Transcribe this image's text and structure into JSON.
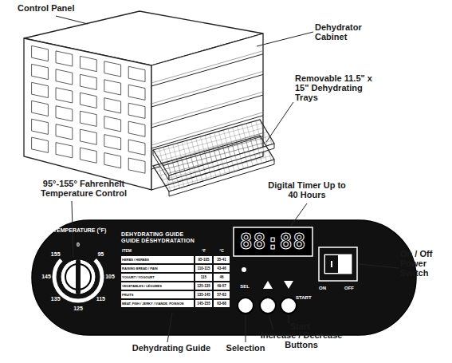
{
  "diagram": {
    "nodes": [
      {
        "text": [
          "88:88"
        ]
      }
    ],
    "labels": [
      "Control Panel",
      "Dehydrator Cabinet",
      "Removable 11.5\" x 15\" Dehydrating Trays",
      "95°-155° Fahrenheit Temperature Control",
      "Digital Timer Up to 40 Hours",
      "TEMPERATURE (°F)",
      "0",
      "95",
      "105",
      "115",
      "125",
      "135",
      "145",
      "155",
      "DEHYDRATING GUIDE",
      "GUIDE DÉSHYDRATATION",
      "ITEM",
      "°F",
      "°C",
      "HERBS / HERBES",
      "95-105",
      "35-41",
      "RAISING BREAD / PAIN",
      "110-115",
      "43-46",
      "YOGURT / YOGOURT",
      "115",
      "46",
      "VEGETABLES / LÉGUMES",
      "125-135",
      "49-57",
      "FRUITS",
      "135-145",
      "57-63",
      "MEAT, FISH / JERKY / VIANDE, POISSON",
      "145-155",
      "63-68",
      "SEL",
      "START",
      "ON",
      "OFF",
      "On / Off Power Switch",
      "Dehydrating Guide",
      "Selection",
      "Start",
      "Increase / Decrease Buttons"
    ]
  }
}
